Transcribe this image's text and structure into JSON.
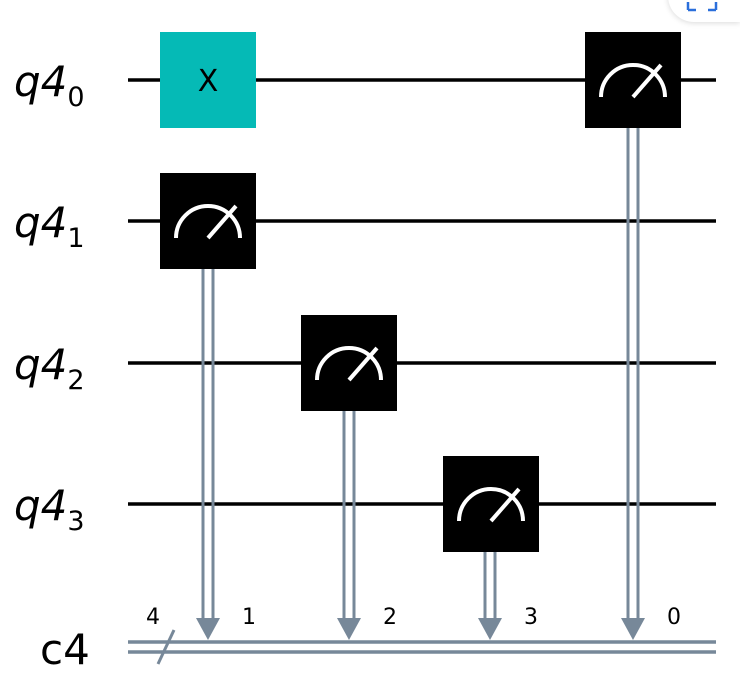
{
  "circuit": {
    "qubits": [
      {
        "register": "q4",
        "index": "0"
      },
      {
        "register": "q4",
        "index": "1"
      },
      {
        "register": "q4",
        "index": "2"
      },
      {
        "register": "q4",
        "index": "3"
      }
    ],
    "classical_register": {
      "name": "c4",
      "size": "4"
    },
    "gates": [
      {
        "type": "x",
        "label": "X",
        "qubit": 0,
        "color": "#05BAB6"
      }
    ],
    "measurements": [
      {
        "qubit": 1,
        "clbit": "1"
      },
      {
        "qubit": 2,
        "clbit": "2"
      },
      {
        "qubit": 3,
        "clbit": "3"
      },
      {
        "qubit": 0,
        "clbit": "0"
      }
    ],
    "colors": {
      "wire": "#000000",
      "classical_wire": "#778899",
      "measure_box": "#000000",
      "x_gate": "#05BAB6"
    }
  },
  "toolbar": {
    "expand_icon": "expand-icon"
  }
}
